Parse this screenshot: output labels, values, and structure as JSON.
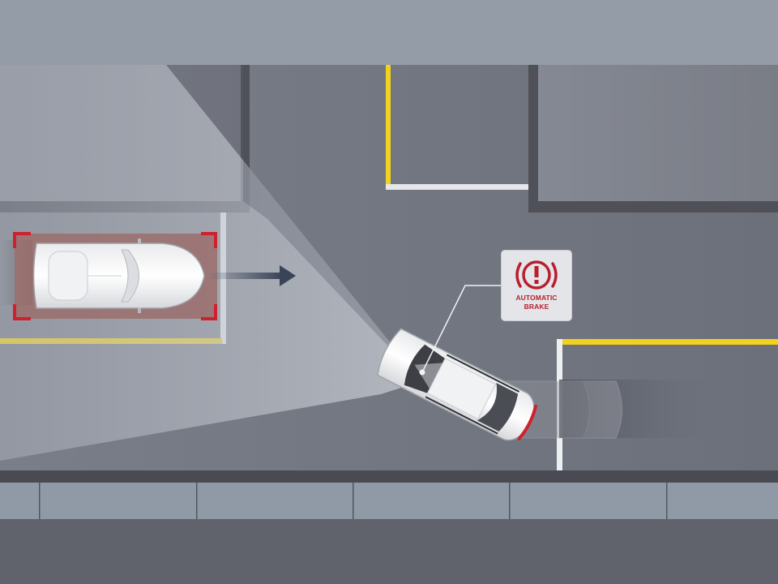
{
  "scene": {
    "title": "Rear Cross-Traffic Collision-Avoidance Assist illustration",
    "colors": {
      "top_band": "#939ca7",
      "road": "#707480",
      "building_block": "#7e818b",
      "building_border": "#4f5058",
      "sidewalk": "#909aa6",
      "curb": "#4a4b52",
      "lower_road": "#60626c",
      "yellow_line": "#f2d21c",
      "white_line": "#e6e7ea",
      "detection_box": "#9b6e6c",
      "detection_corners": "#d0202e",
      "arrow": "#3a4458",
      "warning_red": "#b81f2d"
    }
  },
  "callout": {
    "icon": "automatic-brake-warning-icon",
    "line1": "AUTOMATIC",
    "line2": "BRAKE"
  },
  "vehicles": {
    "approaching_car": {
      "label": "detected-vehicle",
      "direction": "right"
    },
    "own_car": {
      "label": "reversing-vehicle",
      "state": "braking"
    }
  }
}
